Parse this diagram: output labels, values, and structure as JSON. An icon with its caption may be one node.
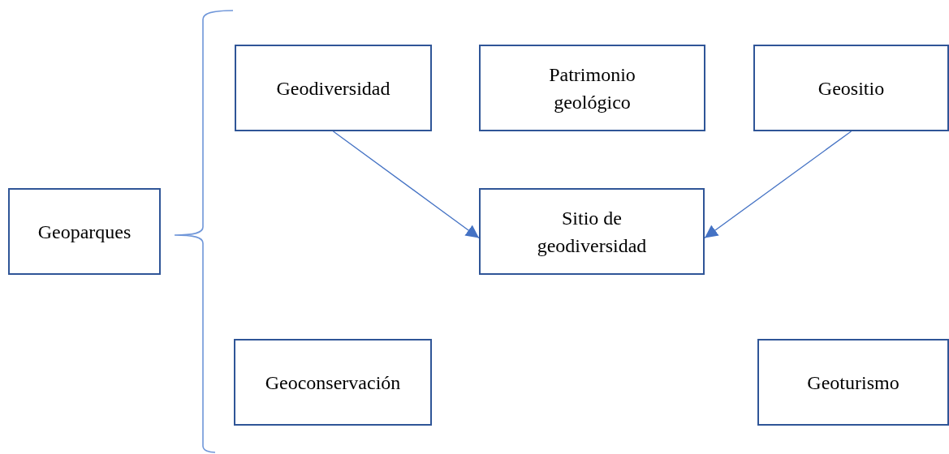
{
  "diagram": {
    "nodes": [
      {
        "text": [
          "Geoparques"
        ]
      },
      {
        "text": [
          "Geodiversidad"
        ]
      },
      {
        "text": [
          "Patrimonio geológico"
        ]
      },
      {
        "text": [
          "Geositio"
        ]
      },
      {
        "text": [
          "Sitio de geodiversidad"
        ]
      },
      {
        "text": [
          "Geoconservación"
        ]
      },
      {
        "text": [
          "Geoturismo"
        ]
      }
    ],
    "edges": [
      {
        "from": 1,
        "to": 4,
        "arrow": "to"
      },
      {
        "from": 3,
        "to": 4,
        "arrow": "to"
      }
    ]
  }
}
